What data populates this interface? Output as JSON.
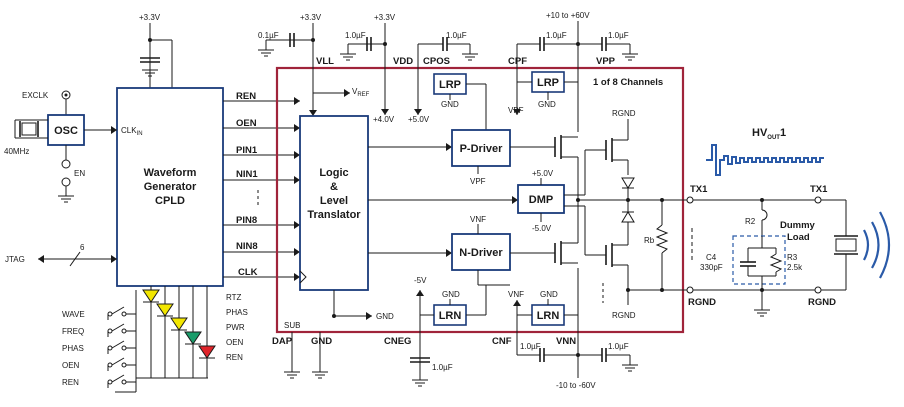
{
  "supplies": {
    "cpld_3v3": "+3.3V",
    "vll_3v3": "+3.3V",
    "vdd_3v3": "+3.3V",
    "vpp_range": "+10 to +60V",
    "vnn_range": "-10 to -60V",
    "ref_4v": "+4.0V",
    "ref_5v": "+5.0V",
    "neg_5v": "-5V"
  },
  "pins": {
    "vll": "VLL",
    "vdd": "VDD",
    "cpos": "CPOS",
    "cpf": "CPF",
    "vpp": "VPP",
    "sub": "SUB",
    "dap": "DAP",
    "gnd": "GND",
    "cneg": "CNEG",
    "cnf": "CNF",
    "vnn": "VNN",
    "vref_main": "V",
    "vref_sub": "REF"
  },
  "caps": {
    "c_vll": "0.1µF",
    "c_vdd": "1.0µF",
    "c_cpos": "1.0µF",
    "c_cpf": "1.0µF",
    "c_vpp": "1.0µF",
    "c_cneg": "1.0µF",
    "c_cnf": "1.0µF",
    "c_vnn": "1.0µF"
  },
  "blocks": {
    "osc": "OSC",
    "cpld_lines": [
      "Waveform",
      "Generator",
      "CPLD"
    ],
    "logic_lines": [
      "Logic",
      "&",
      "Level",
      "Translator"
    ],
    "pdriver": "P-Driver",
    "ndriver": "N-Driver",
    "dmp": "DMP",
    "lrp": "LRP",
    "lrn": "LRN"
  },
  "signals": {
    "exclk": "EXCLK",
    "xtal": "40MHz",
    "en": "EN",
    "clkin_main": "CLK",
    "clkin_sub": "IN",
    "jtag": "JTAG",
    "jtag_bus": "6",
    "ren": "REN",
    "oen": "OEN",
    "pin1": "PIN1",
    "nin1": "NIN1",
    "pin8": "PIN8",
    "nin8": "NIN8",
    "clk": "CLK",
    "gnd": "GND",
    "vpf": "VPF",
    "vnf": "VNF",
    "dmp_pos": "+5.0V",
    "dmp_neg": "-5.0V",
    "rgnd": "RGND",
    "tx1": "TX1"
  },
  "switches": [
    "WAVE",
    "FREQ",
    "PHAS",
    "OEN",
    "REN"
  ],
  "leds": [
    "RTZ",
    "PHAS",
    "PWR",
    "OEN",
    "REN"
  ],
  "chip_label": "1 of 8 Channels",
  "output": {
    "hv_main": "HV",
    "hv_sub": "OUT",
    "hv_idx": "1",
    "dummy_line1": "Dummy",
    "dummy_line2": "Load",
    "r2": "R2",
    "c4_name": "C4",
    "c4_val": "330pF",
    "r3_name": "R3",
    "r3_val": "2.5k",
    "rb": "Rb"
  },
  "colors": {
    "chip_border": "#a0243a",
    "block_border": "#1a3a7a",
    "led_yellow": "#f2e600",
    "led_green": "#1a9c6a",
    "led_red": "#e0242a",
    "waveform": "#2a5aa8",
    "dummy_box": "#2a5aa8"
  }
}
